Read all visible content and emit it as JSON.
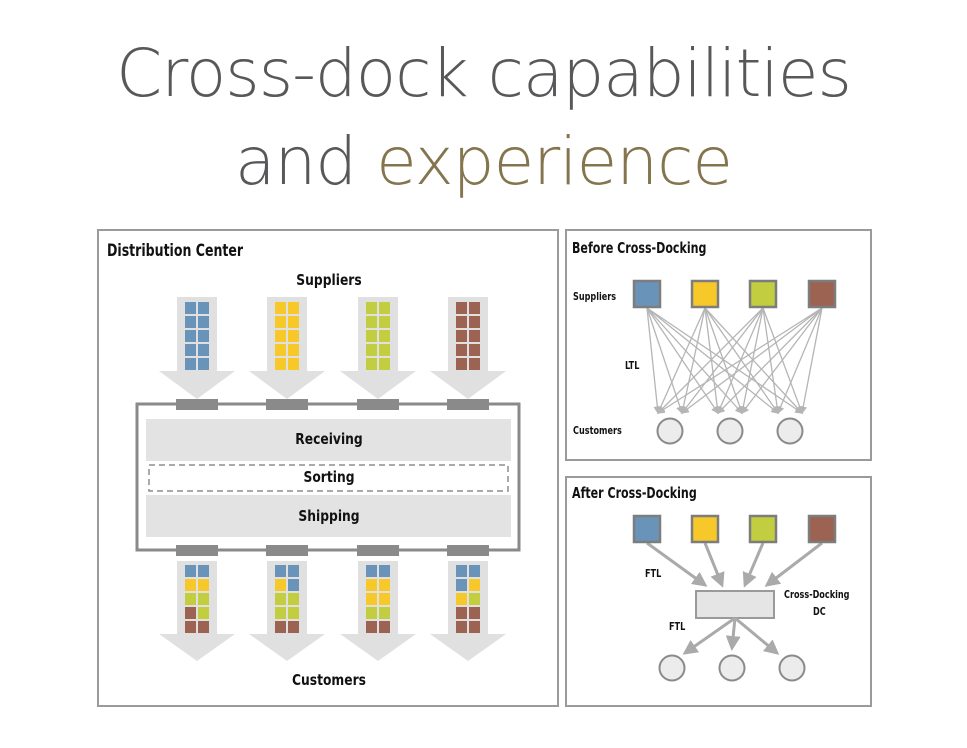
{
  "title": {
    "line1": "Cross-dock capabilities",
    "line2_plain": "and",
    "line2_accent": "experience",
    "color": "#58585b",
    "accent_color": "#84754e"
  },
  "colors": {
    "blue": "#6a93ba",
    "yellow": "#f7c82a",
    "green": "#c2cd3f",
    "brown": "#9c6352",
    "arrow_gray": "#e0e0e0",
    "dock_gray": "#8a8a8a",
    "zone_gray": "#e3e3e3"
  },
  "distribution_center": {
    "title": "Distribution Center",
    "suppliers_label": "Suppliers",
    "customers_label": "Customers",
    "zones": [
      "Receiving",
      "Sorting",
      "Shipping"
    ],
    "inbound": [
      [
        "blue",
        "blue",
        "blue",
        "blue",
        "blue",
        "blue",
        "blue",
        "blue",
        "blue",
        "blue"
      ],
      [
        "yellow",
        "yellow",
        "yellow",
        "yellow",
        "yellow",
        "yellow",
        "yellow",
        "yellow",
        "yellow",
        "yellow"
      ],
      [
        "green",
        "green",
        "green",
        "green",
        "green",
        "green",
        "green",
        "green",
        "green",
        "green"
      ],
      [
        "brown",
        "brown",
        "brown",
        "brown",
        "brown",
        "brown",
        "brown",
        "brown",
        "brown",
        "brown"
      ]
    ],
    "outbound": [
      [
        "blue",
        "blue",
        "yellow",
        "yellow",
        "green",
        "green",
        "brown",
        "green",
        "brown",
        "brown"
      ],
      [
        "blue",
        "blue",
        "yellow",
        "blue",
        "green",
        "green",
        "green",
        "green",
        "brown",
        "brown"
      ],
      [
        "blue",
        "blue",
        "yellow",
        "yellow",
        "yellow",
        "yellow",
        "green",
        "green",
        "brown",
        "brown"
      ],
      [
        "blue",
        "blue",
        "blue",
        "yellow",
        "yellow",
        "green",
        "brown",
        "brown",
        "brown",
        "brown"
      ]
    ]
  },
  "before": {
    "title": "Before Cross-Docking",
    "suppliers_label": "Suppliers",
    "mode_label": "LTL",
    "customers_label": "Customers",
    "suppliers": [
      "blue",
      "yellow",
      "green",
      "brown"
    ],
    "customer_count": 3
  },
  "after": {
    "title": "After Cross-Docking",
    "inbound_mode_label": "FTL",
    "outbound_mode_label": "FTL",
    "hub_label_line1": "Cross-Docking",
    "hub_label_line2": "DC",
    "suppliers": [
      "blue",
      "yellow",
      "green",
      "brown"
    ],
    "customer_count": 3
  }
}
